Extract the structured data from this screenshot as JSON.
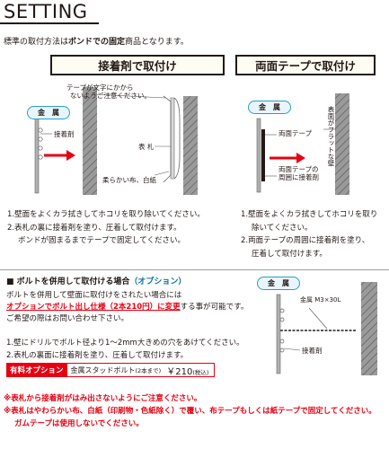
{
  "header": {
    "title": "SETTING",
    "intro_prefix": "標準の取付方法は",
    "intro_bold": "ボンドでの固定",
    "intro_suffix": "商品となります。"
  },
  "adhesive_method": {
    "heading": "接着剤で取付け",
    "labels": {
      "metal": "金　属",
      "adhesive": "接着剤",
      "caution_line1": "テープが文字にかから",
      "caution_line2": "ないようご注意ください。",
      "nameplate": "表 札",
      "cloth": "柔らかい布、白紙"
    },
    "steps": [
      "1.壁面をよくカラ拭きしてホコリを取り除いてください。",
      "2.表札の裏に接着剤を塗り、圧着して取付けます。",
      "ボンドが固まるまでテープで固定してください。"
    ]
  },
  "tape_method": {
    "heading": "両面テープで取付け",
    "labels": {
      "metal": "金　属",
      "double_tape": "両面テープ",
      "adhesive_around_line1": "両面テープの",
      "adhesive_around_line2": "周囲に接着剤",
      "flat_wall": "表面がフラットな壁"
    },
    "steps": [
      "1.壁面をよくカラ拭きしてホコリを取り",
      "除いてください。",
      "2.両面テープの周囲に接着剤を塗り、",
      "圧着して取付けます。"
    ]
  },
  "bolt_section": {
    "title_prefix": "■ ボルトを併用して取付ける場合",
    "title_option": "（オプション）",
    "line1": "ボルトを併用して壁面に取付けをされたい場合には",
    "line2_red": "オプションでボルト出し仕様（2本210円）に変更",
    "line2_rest": "する事が可能です。",
    "line3": "ご希望の際はお問い合わせ下さい。",
    "steps": [
      "1.壁にドリルでボルト径より1～2mm大きめの穴をあけてください。",
      "2.表札の裏面に接着剤を塗り、圧着して取付けます。"
    ],
    "option": {
      "tag": "有料オプション",
      "item": "金属スタッドボルト",
      "item_note": "(2本まで)",
      "price": "￥210",
      "price_note": "(税込)"
    },
    "diagram": {
      "metal": "金　属",
      "bolt_spec": "金属 M3×30L",
      "adhesive": "接着剤"
    }
  },
  "notes": [
    "※表札から接着剤がはみ出さないようにご注意ください。",
    "※表札はやわらかい布、白紙（印刷物・色紙除く）で覆い、布テープもしくは紙テープで固定してください。",
    "ガムテープは使用しないでください。"
  ],
  "colors": {
    "accent_red": "#e60012",
    "pill_blue": "#2a9ec2",
    "text": "#231815",
    "wall_gray": "#8c8c8c"
  }
}
